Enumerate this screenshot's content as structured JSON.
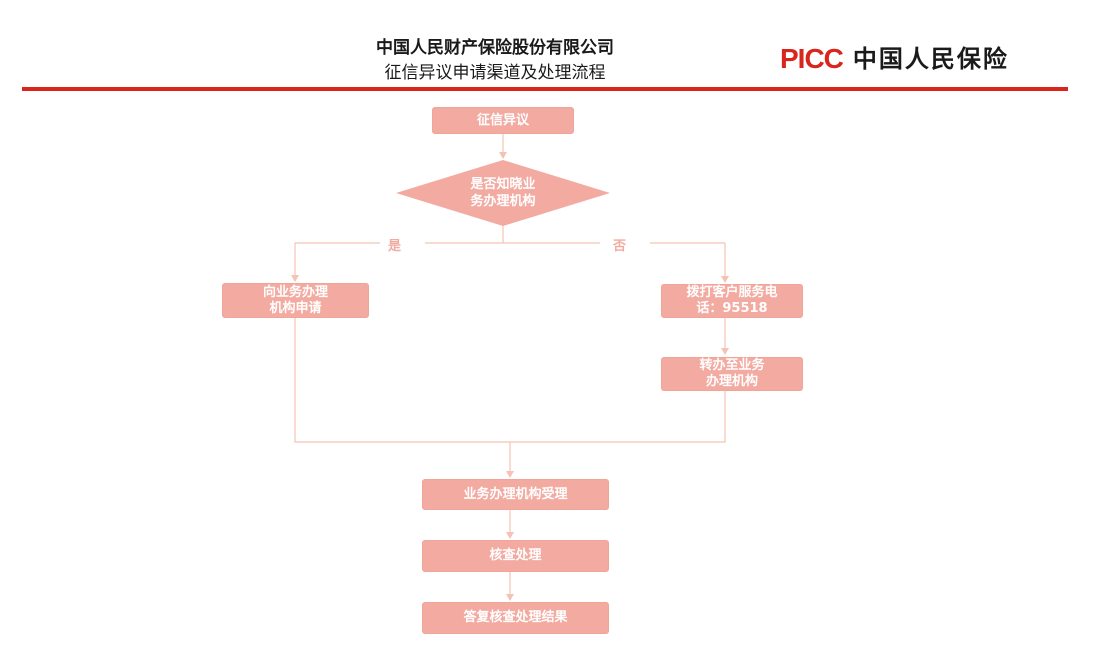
{
  "header": {
    "company": "中国人民财产保险股份有限公司",
    "subtitle": "征信异议申请渠道及处理流程",
    "logo_mark": "PICC",
    "logo_text": "中国人民保险"
  },
  "colors": {
    "accent": "#d9261c",
    "node_fill": "#f2aaa1",
    "connector": "#f5c3b3"
  },
  "flow": {
    "start": "征信异议",
    "decision_line1": "是否知晓业",
    "decision_line2": "务办理机构",
    "yes_label": "是",
    "no_label": "否",
    "yes_node_line1": "向业务办理",
    "yes_node_line2": "机构申请",
    "no_node1_line1": "拨打客户服务电",
    "no_node1_line2": "话：95518",
    "no_node2_line1": "转办至业务",
    "no_node2_line2": "办理机构",
    "accept": "业务办理机构受理",
    "verify": "核查处理",
    "reply": "答复核查处理结果"
  }
}
